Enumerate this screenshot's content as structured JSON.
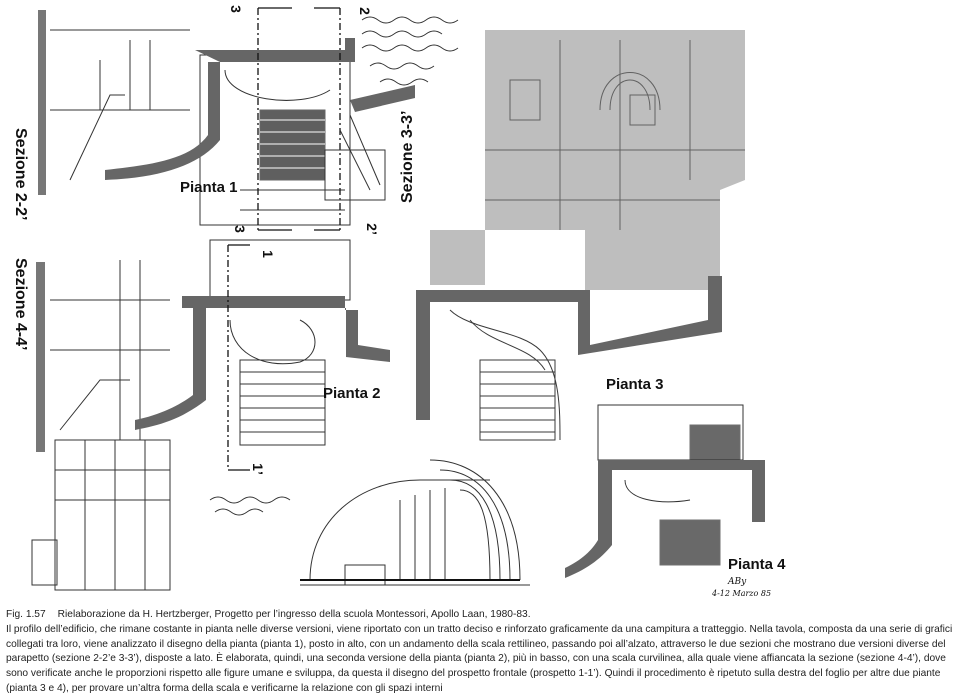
{
  "figure": {
    "labels": {
      "pianta_1": "Pianta 1",
      "pianta_2": "Pianta 2",
      "pianta_3": "Pianta 3",
      "pianta_4": "Pianta 4",
      "sezione_2_2": "Sezione 2-2’",
      "sezione_4_4": "Sezione 4-4’",
      "sezione_3_3": "Sezione 3-3’"
    },
    "section_marks": {
      "mark_3_top": "3",
      "mark_2_top": "2",
      "mark_3_mid": "3",
      "mark_2_mid": "2’",
      "mark_1_mid": "1",
      "mark_1_bottom": "1’"
    },
    "signature": "ABy",
    "signature_date": "4-12 Marzo 85",
    "colors": {
      "hatch_band": "#666666",
      "gray_area": "#b3b3b3",
      "sketch_line": "#3a3a3a"
    }
  },
  "caption": {
    "fig_number": "Fig. 1.57",
    "title": "Rielaborazione da H. Hertzberger, Progetto per l’ingresso della scuola Montessori, Apollo Laan, 1980-83.",
    "body": "Il profilo dell’edificio, che rimane costante in pianta nelle diverse versioni, viene riportato con un tratto deciso e rinforzato graficamente da una campitura a tratteggio. Nella tavola, composta da una serie di grafici collegati tra loro, viene analizzato il disegno della pianta (pianta 1), posto in alto, con un andamento della scala rettilineo, passando poi all’alzato, attraverso le due sezioni che mostrano due versioni diverse del parapetto (sezione 2-2’e 3-3’), disposte a lato. È elaborata, quindi, una seconda versione della pianta (pianta 2), più in basso, con una scala curvilinea, alla quale viene affiancata la sezione (sezione 4-4’), dove sono verificate anche le proporzioni rispetto alle figure umane e sviluppa, da questa il disegno del prospetto frontale (prospetto 1-1’). Quindi  il procedimento è ripetuto sulla destra del foglio per altre due piante (pianta 3 e 4), per provare un’altra forma della scala e verificarne la relazione con gli spazi interni"
  }
}
